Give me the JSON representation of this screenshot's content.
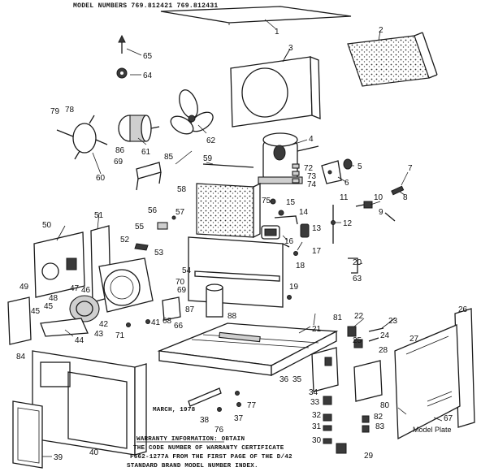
{
  "header": {
    "model_numbers": "MODEL NUMBERS 769.812421  769.812431"
  },
  "date_label": "MARCH, 1978",
  "model_plate_label": "Model Plate",
  "warranty": {
    "heading": "WARRANTY INFORMATION:",
    "lines": [
      "WARRANTY INFORMATION: OBTAIN",
      "THE CODE NUMBER OF WARRANTY CERTIFICATE",
      "F662-1277A FROM THE FIRST PAGE OF THE D/42",
      "STANDARD BRAND MODEL NUMBER INDEX."
    ]
  },
  "part_numbers": {
    "p1": "1",
    "p2": "2",
    "p3": "3",
    "p4": "4",
    "p5": "5",
    "p6": "6",
    "p7": "7",
    "p8": "8",
    "p9": "9",
    "p10": "10",
    "p11": "11",
    "p12": "12",
    "p13": "13",
    "p14": "14",
    "p15": "15",
    "p16": "16",
    "p17": "17",
    "p18": "18",
    "p19": "19",
    "p20": "20",
    "p21": "21",
    "p22": "22",
    "p23": "23",
    "p24": "24",
    "p25": "25",
    "p26": "26",
    "p27": "27",
    "p28": "28",
    "p29": "29",
    "p30": "30",
    "p31": "31",
    "p32": "32",
    "p33": "33",
    "p34": "34",
    "p35": "35",
    "p36": "36",
    "p37": "37",
    "p38": "38",
    "p39": "39",
    "p40": "40",
    "p41": "41",
    "p42": "42",
    "p43": "43",
    "p44": "44",
    "p45": "45",
    "p46": "46",
    "p47": "47",
    "p48": "48",
    "p49": "49",
    "p50": "50",
    "p51": "51",
    "p52": "52",
    "p53": "53",
    "p54": "54",
    "p55": "55",
    "p56": "56",
    "p57": "57",
    "p58": "58",
    "p59": "59",
    "p60": "60",
    "p61": "61",
    "p62": "62",
    "p63": "63",
    "p64": "64",
    "p65": "65",
    "p66": "66",
    "p67": "67",
    "p68": "68",
    "p69": "69",
    "p69b": "69",
    "p70": "70",
    "p71": "71",
    "p72": "72",
    "p73": "73",
    "p74": "74",
    "p75": "75",
    "p76": "76",
    "p77": "77",
    "p78": "78",
    "p79": "79",
    "p80": "80",
    "p81": "81",
    "p82": "82",
    "p83": "83",
    "p84": "84",
    "p85": "85",
    "p86": "86",
    "p87": "87",
    "p88": "88",
    "p45b": "45"
  }
}
